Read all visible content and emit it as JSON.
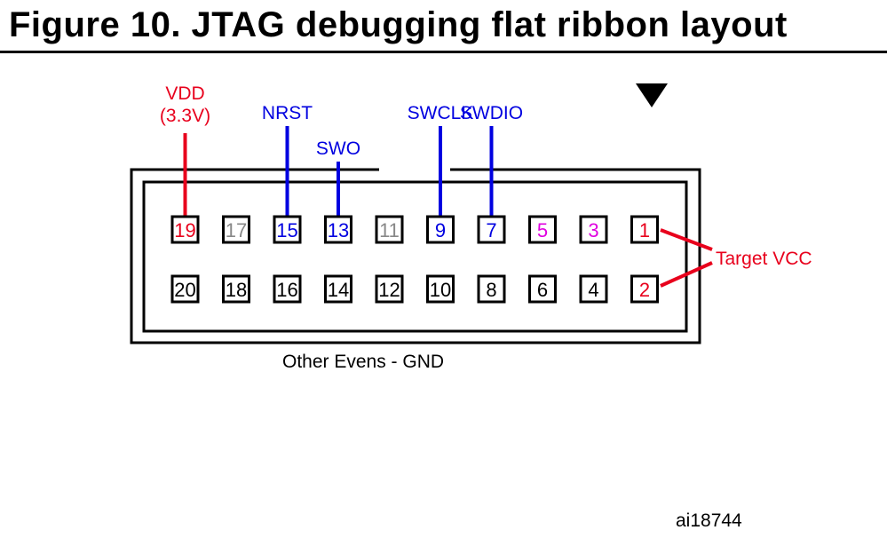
{
  "title": "Figure 10. JTAG debugging flat ribbon layout",
  "figure_id": "ai18744",
  "footer_note": "Other Evens - GND",
  "target_vcc_label": "Target VCC",
  "colors": {
    "red": "#e8001c",
    "blue": "#0000e0",
    "magenta": "#e000e0",
    "gray": "#888888",
    "black": "#000000"
  },
  "top_row": [
    {
      "pin": "19",
      "color": "red",
      "signal": "VDD",
      "signal_sub": "(3.3V)"
    },
    {
      "pin": "17",
      "color": "gray",
      "signal": ""
    },
    {
      "pin": "15",
      "color": "blue",
      "signal": "NRST"
    },
    {
      "pin": "13",
      "color": "blue",
      "signal": "SWO"
    },
    {
      "pin": "11",
      "color": "gray",
      "signal": ""
    },
    {
      "pin": "9",
      "color": "blue",
      "signal": "SWCLK"
    },
    {
      "pin": "7",
      "color": "blue",
      "signal": "SWDIO"
    },
    {
      "pin": "5",
      "color": "magenta",
      "signal": ""
    },
    {
      "pin": "3",
      "color": "magenta",
      "signal": ""
    },
    {
      "pin": "1",
      "color": "red",
      "signal": ""
    }
  ],
  "bottom_row": [
    {
      "pin": "20",
      "color": "black"
    },
    {
      "pin": "18",
      "color": "black"
    },
    {
      "pin": "16",
      "color": "black"
    },
    {
      "pin": "14",
      "color": "black"
    },
    {
      "pin": "12",
      "color": "black"
    },
    {
      "pin": "10",
      "color": "black"
    },
    {
      "pin": "8",
      "color": "black"
    },
    {
      "pin": "6",
      "color": "black"
    },
    {
      "pin": "4",
      "color": "black"
    },
    {
      "pin": "2",
      "color": "red"
    }
  ]
}
